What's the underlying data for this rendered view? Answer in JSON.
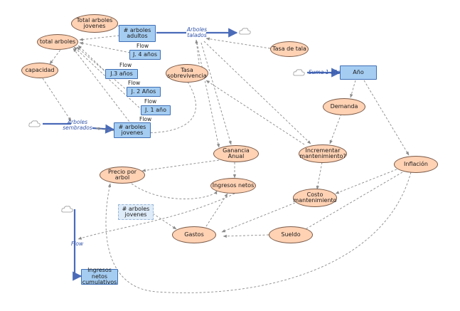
{
  "nodes": {
    "total_arboles_jovenes": "Total arboles jovenes",
    "arboles_adultos": "# arboles adultos",
    "total_arboles": "total arboles",
    "capacidad": "capacidad",
    "j4": "J. 4 años",
    "j3": "J.3 años",
    "j2": "J. 2 Años",
    "j1": "J. 1 año",
    "tasa_supervivencia": "Tasa sobrevivencia",
    "arboles_jovenes": "# arboles jovenes",
    "arboles_jovenes_ghost": "# arboles jovenes",
    "tasa_tala": "Tasa de tala",
    "anio": "Año",
    "demanda": "Demanda",
    "incrementar_mantenimiento": "Incrementar mantenimiento?",
    "ganancia_anual": "Ganancia Anual",
    "precio_por_arbol": "Precio por arbol",
    "ingresos_netos": "Ingresos netos",
    "inflacion": "Inflación",
    "costo_mantenimiento": "Costo mantenimiento",
    "gastos": "Gastos",
    "sueldo": "Sueldo",
    "ingresos_netos_cumulativos": "Ingresos netos cumulativos"
  },
  "labels": {
    "flow_1": "Flow",
    "flow_2": "Flow",
    "flow_3": "Flow",
    "flow_4": "Flow",
    "flow_5": "Flow",
    "flow_ingresos": "Flow",
    "arboles_talados": "Arboles talados",
    "arboles_sembrados": "Arboles sembrados",
    "suma_1_anio": "Suma 1 año"
  },
  "colors": {
    "aux_fill": "#ffd2b4",
    "stock_fill": "#a5cdf2",
    "flow_pipe": "#4a6bb8",
    "link_dash": "#8a8a8a"
  }
}
